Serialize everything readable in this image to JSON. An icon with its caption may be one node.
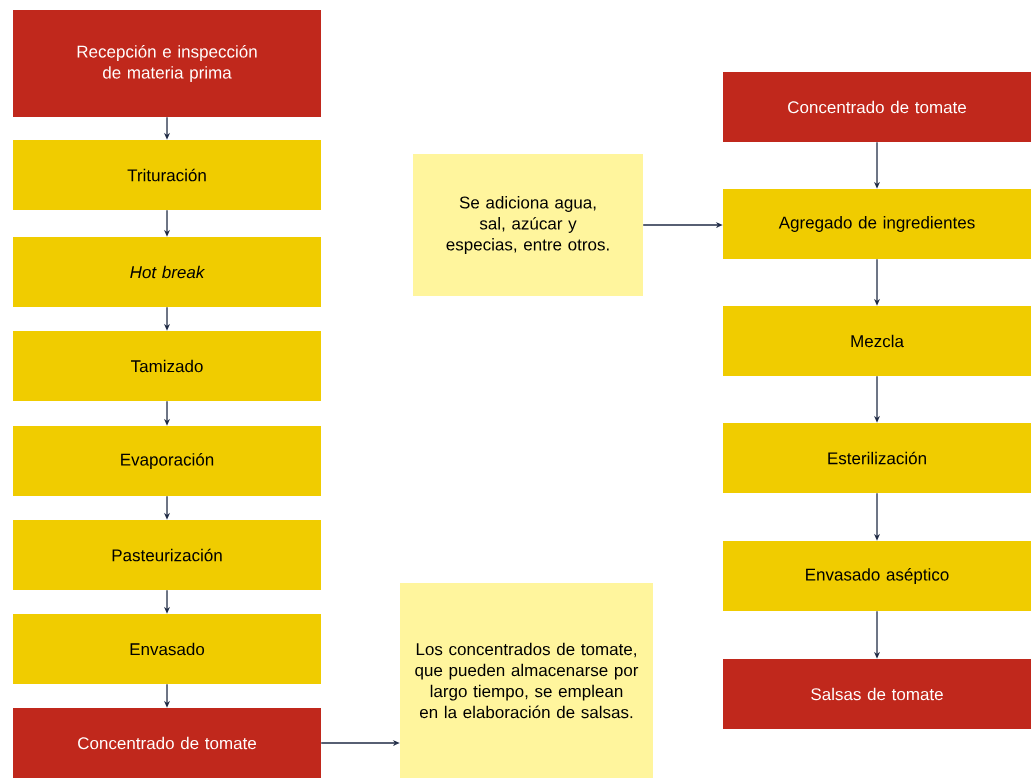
{
  "diagram": {
    "nodes": [
      {
        "text": [
          "Recepción e inspección de materia prima"
        ]
      },
      {
        "text": [
          "Trituración"
        ]
      },
      {
        "text": [
          "Hot break"
        ]
      },
      {
        "text": [
          "Tamizado"
        ]
      },
      {
        "text": [
          "Evaporación"
        ]
      },
      {
        "text": [
          "Pasteurización"
        ]
      },
      {
        "text": [
          "Envasado"
        ]
      },
      {
        "text": [
          "Concentrado de tomate"
        ]
      },
      {
        "text": [
          "Los concentrados de tomate, que pueden almacenarse por largo tiempo, se emplean en la elaboración de salsas."
        ]
      },
      {
        "text": [
          "Se adiciona agua, sal, azúcar y especias, entre otros."
        ]
      },
      {
        "text": [
          "Concentrado de tomate"
        ]
      },
      {
        "text": [
          "Agregado de ingredientes"
        ]
      },
      {
        "text": [
          "Mezcla"
        ]
      },
      {
        "text": [
          "Esterilización"
        ]
      },
      {
        "text": [
          "Envasado aséptico"
        ]
      },
      {
        "text": [
          "Salsas de tomate"
        ]
      }
    ],
    "edges": [
      {
        "from": 0,
        "to": 1,
        "arrow": "to"
      },
      {
        "from": 1,
        "to": 2,
        "arrow": "to"
      },
      {
        "from": 2,
        "to": 3,
        "arrow": "to"
      },
      {
        "from": 3,
        "to": 4,
        "arrow": "to"
      },
      {
        "from": 4,
        "to": 5,
        "arrow": "to"
      },
      {
        "from": 5,
        "to": 6,
        "arrow": "to"
      },
      {
        "from": 6,
        "to": 7,
        "arrow": "to"
      },
      {
        "from": 7,
        "to": 8,
        "arrow": "to"
      },
      {
        "from": 9,
        "to": 11,
        "arrow": "to"
      },
      {
        "from": 10,
        "to": 11,
        "arrow": "to"
      },
      {
        "from": 11,
        "to": 12,
        "arrow": "to"
      },
      {
        "from": 12,
        "to": 13,
        "arrow": "to"
      },
      {
        "from": 13,
        "to": 14,
        "arrow": "to"
      },
      {
        "from": 14,
        "to": 15,
        "arrow": "to"
      }
    ]
  }
}
